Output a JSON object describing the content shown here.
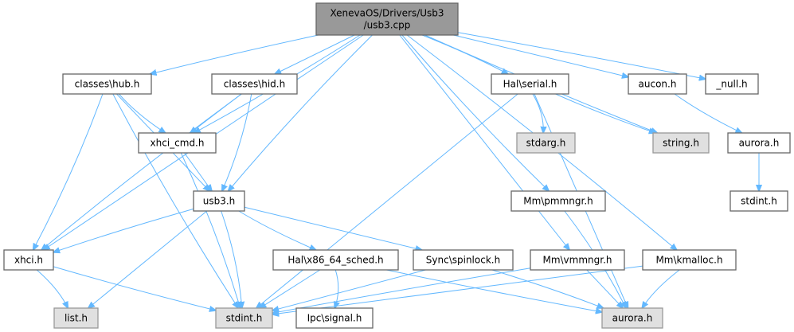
{
  "diagram": {
    "title": "XenevaOS/Drivers/Usb3/usb3.cpp include dependency graph",
    "colors": {
      "root_fill": "#999999",
      "node_fill": "#ffffff",
      "external_fill": "#e0e0e0",
      "border": "#666666",
      "edge": "#63b8ff"
    },
    "nodes": [
      {
        "id": "root",
        "lines": [
          "XenevaOS/Drivers/Usb3",
          "/usb3.cpp"
        ],
        "kind": "root"
      },
      {
        "id": "hub",
        "lines": [
          "classes\\hub.h"
        ],
        "kind": "normal"
      },
      {
        "id": "hid",
        "lines": [
          "classes\\hid.h"
        ],
        "kind": "normal"
      },
      {
        "id": "xhci_cmd",
        "lines": [
          "xhci_cmd.h"
        ],
        "kind": "normal"
      },
      {
        "id": "usb3",
        "lines": [
          "usb3.h"
        ],
        "kind": "normal"
      },
      {
        "id": "xhci",
        "lines": [
          "xhci.h"
        ],
        "kind": "normal"
      },
      {
        "id": "list",
        "lines": [
          "list.h"
        ],
        "kind": "external"
      },
      {
        "id": "stdint",
        "lines": [
          "stdint.h"
        ],
        "kind": "external"
      },
      {
        "id": "sched",
        "lines": [
          "Hal\\x86_64_sched.h"
        ],
        "kind": "normal"
      },
      {
        "id": "signal",
        "lines": [
          "Ipc\\signal.h"
        ],
        "kind": "normal"
      },
      {
        "id": "spinlock",
        "lines": [
          "Sync\\spinlock.h"
        ],
        "kind": "normal"
      },
      {
        "id": "vmmngr",
        "lines": [
          "Mm\\vmmngr.h"
        ],
        "kind": "normal"
      },
      {
        "id": "kmalloc",
        "lines": [
          "Mm\\kmalloc.h"
        ],
        "kind": "normal"
      },
      {
        "id": "aurora_ext",
        "lines": [
          "aurora.h"
        ],
        "kind": "external"
      },
      {
        "id": "serial",
        "lines": [
          "Hal\\serial.h"
        ],
        "kind": "normal"
      },
      {
        "id": "stdarg",
        "lines": [
          "stdarg.h"
        ],
        "kind": "external"
      },
      {
        "id": "string",
        "lines": [
          "string.h"
        ],
        "kind": "external"
      },
      {
        "id": "pmmngr",
        "lines": [
          "Mm\\pmmngr.h"
        ],
        "kind": "normal"
      },
      {
        "id": "aucon",
        "lines": [
          "aucon.h"
        ],
        "kind": "normal"
      },
      {
        "id": "null",
        "lines": [
          "_null.h"
        ],
        "kind": "normal"
      },
      {
        "id": "aurora_int",
        "lines": [
          "aurora.h"
        ],
        "kind": "normal"
      },
      {
        "id": "stdint2",
        "lines": [
          "stdint.h"
        ],
        "kind": "normal"
      }
    ],
    "edges": [
      [
        "root",
        "hub"
      ],
      [
        "root",
        "hid"
      ],
      [
        "root",
        "xhci_cmd"
      ],
      [
        "root",
        "usb3"
      ],
      [
        "root",
        "xhci"
      ],
      [
        "root",
        "serial"
      ],
      [
        "root",
        "string"
      ],
      [
        "root",
        "aucon"
      ],
      [
        "root",
        "null"
      ],
      [
        "root",
        "pmmngr"
      ],
      [
        "root",
        "vmmngr"
      ],
      [
        "root",
        "kmalloc"
      ],
      [
        "hub",
        "xhci_cmd"
      ],
      [
        "hub",
        "usb3"
      ],
      [
        "hub",
        "xhci"
      ],
      [
        "hub",
        "stdint"
      ],
      [
        "hid",
        "xhci_cmd"
      ],
      [
        "hid",
        "usb3"
      ],
      [
        "hid",
        "xhci"
      ],
      [
        "xhci_cmd",
        "usb3"
      ],
      [
        "xhci_cmd",
        "stdint"
      ],
      [
        "usb3",
        "xhci"
      ],
      [
        "usb3",
        "list"
      ],
      [
        "usb3",
        "stdint"
      ],
      [
        "usb3",
        "sched"
      ],
      [
        "usb3",
        "spinlock"
      ],
      [
        "xhci",
        "list"
      ],
      [
        "xhci",
        "stdint"
      ],
      [
        "sched",
        "stdint"
      ],
      [
        "sched",
        "signal"
      ],
      [
        "sched",
        "aurora_ext"
      ],
      [
        "spinlock",
        "stdint"
      ],
      [
        "spinlock",
        "aurora_ext"
      ],
      [
        "vmmngr",
        "stdint"
      ],
      [
        "vmmngr",
        "aurora_ext"
      ],
      [
        "kmalloc",
        "stdint"
      ],
      [
        "kmalloc",
        "aurora_ext"
      ],
      [
        "serial",
        "stdint"
      ],
      [
        "serial",
        "stdarg"
      ],
      [
        "serial",
        "string"
      ],
      [
        "serial",
        "aurora_ext"
      ],
      [
        "pmmngr",
        "aurora_ext"
      ],
      [
        "aucon",
        "aurora_int"
      ],
      [
        "aurora_int",
        "stdint2"
      ]
    ]
  }
}
